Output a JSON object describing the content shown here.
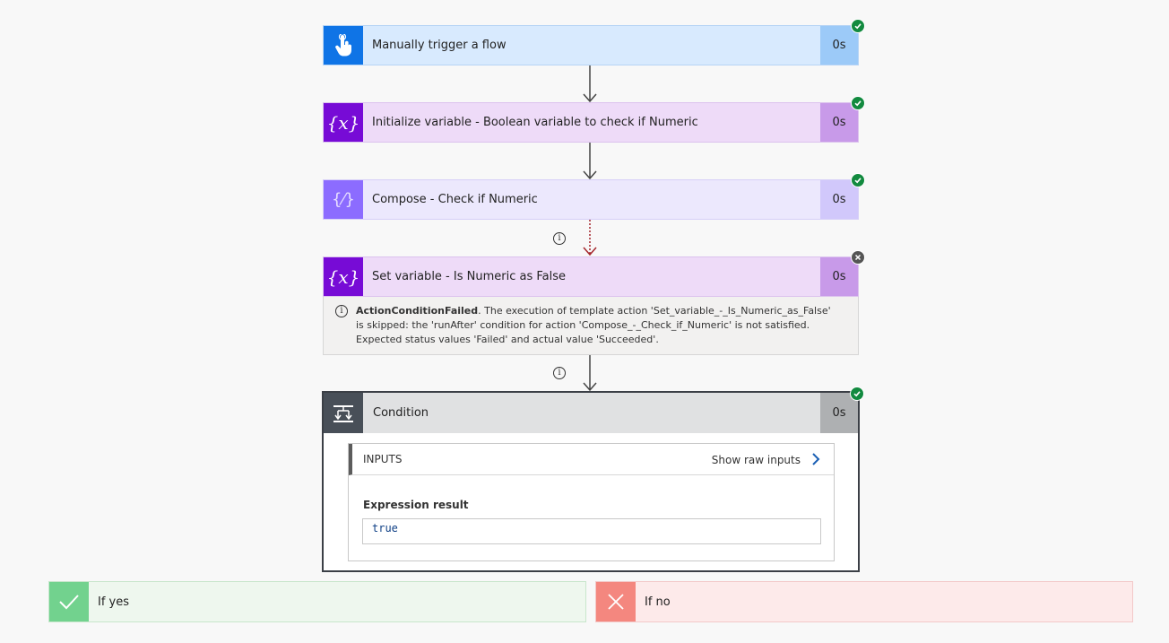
{
  "flow": {
    "steps": [
      {
        "title": "Manually trigger a flow",
        "duration": "0s",
        "status": "success"
      },
      {
        "title": "Initialize variable - Boolean variable to check if Numeric",
        "duration": "0s",
        "status": "success"
      },
      {
        "title": "Compose - Check if Numeric",
        "duration": "0s",
        "status": "success"
      },
      {
        "title": "Set variable - Is Numeric as False",
        "duration": "0s",
        "status": "skipped",
        "error": {
          "code": "ActionConditionFailed",
          "message": ". The execution of template action 'Set_variable_-_Is_Numeric_as_False' is skipped: the 'runAfter' condition for action 'Compose_-_Check_if_Numeric' is not satisfied. Expected status values 'Failed' and actual value 'Succeeded'."
        }
      },
      {
        "title": "Condition",
        "duration": "0s",
        "status": "success"
      }
    ],
    "condition": {
      "inputs_label": "INPUTS",
      "show_raw_label": "Show raw inputs",
      "expression_label": "Expression result",
      "expression_value": "true"
    },
    "branches": {
      "yes_label": "If yes",
      "no_label": "If no"
    }
  },
  "icons": {
    "trigger": "hand-pointer-icon",
    "variable": "variable-braces-icon",
    "compose": "compose-braces-icon",
    "condition": "condition-split-icon",
    "success": "check-circle-icon",
    "skipped": "x-circle-icon",
    "info": "info-icon",
    "chevron": "chevron-right-icon"
  },
  "colors": {
    "trigger_accent": "#0f74e6",
    "trigger_bg": "#d8eafe",
    "trigger_dur": "#9ccaf8",
    "variable_accent": "#770bd6",
    "variable_bg": "#eedbf8",
    "variable_dur": "#c89ae9",
    "compose_accent": "#8c6cff",
    "compose_bg": "#ece8fd",
    "compose_dur": "#d1c8fb",
    "condition_accent": "#484f58",
    "condition_bg": "#e0e1e2",
    "condition_dur": "#aeb0b2",
    "success": "#128a3f",
    "skipped_connector": "#a4262c",
    "yes_accent": "#72d28e",
    "yes_bg": "#eef7ee",
    "no_accent": "#f4877f",
    "no_bg": "#fdeaea"
  }
}
